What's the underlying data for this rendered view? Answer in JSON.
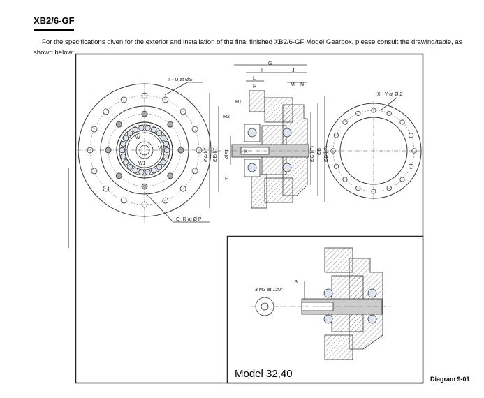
{
  "heading": "XB2/6-GF",
  "intro": "For the specifications given for the exterior and installation of the final finished XB2/6-GF Model Gearbox, please consult the drawing/table, as shown below:",
  "drawing": {
    "front_view": {
      "bolt_label": "T - U at ØS",
      "hole_label": "Q- R at Ø P",
      "key_w": "W",
      "key_v": "V",
      "key_w1": "W1"
    },
    "section_view": {
      "dims_top": [
        "G",
        "I",
        "J",
        "L",
        "M",
        "N",
        "H",
        "H1",
        "H2"
      ],
      "dims_left": [
        "ØA(h7)",
        "ØE(h7)",
        "ØF1"
      ],
      "dims_right": [
        "ØC(h7)",
        "ØB",
        "ØD(h7)"
      ],
      "inner": [
        "K",
        "F"
      ]
    },
    "rear_view": {
      "hole_label": "X - Y  at  Ø Z"
    },
    "inset": {
      "title": "Model 32,40",
      "dim": "3",
      "thread_label": "3 M3 at 120°"
    }
  },
  "caption": "Diagram 9-01"
}
